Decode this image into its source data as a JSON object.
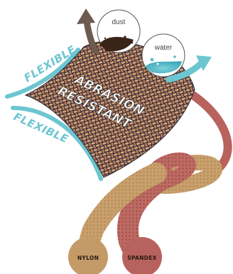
{
  "labels": {
    "flexible_top": "FLEXIBLE",
    "flexible_bottom": "FLEXIBLE",
    "abrasion_line1": "ABRASION",
    "abrasion_line2": "RESISTANT",
    "dust": "dust",
    "water": "water",
    "nylon": "NYLON",
    "spandex": "SPANDEX"
  },
  "colors": {
    "accent_teal": "#6cc6d1",
    "arrow_brown": "#6e5b4f",
    "fabric_dark": "#2e2a3a",
    "fabric_tan": "#c89a6a",
    "nylon_yarn": "#c49a68",
    "spandex_yarn": "#b8625e"
  }
}
